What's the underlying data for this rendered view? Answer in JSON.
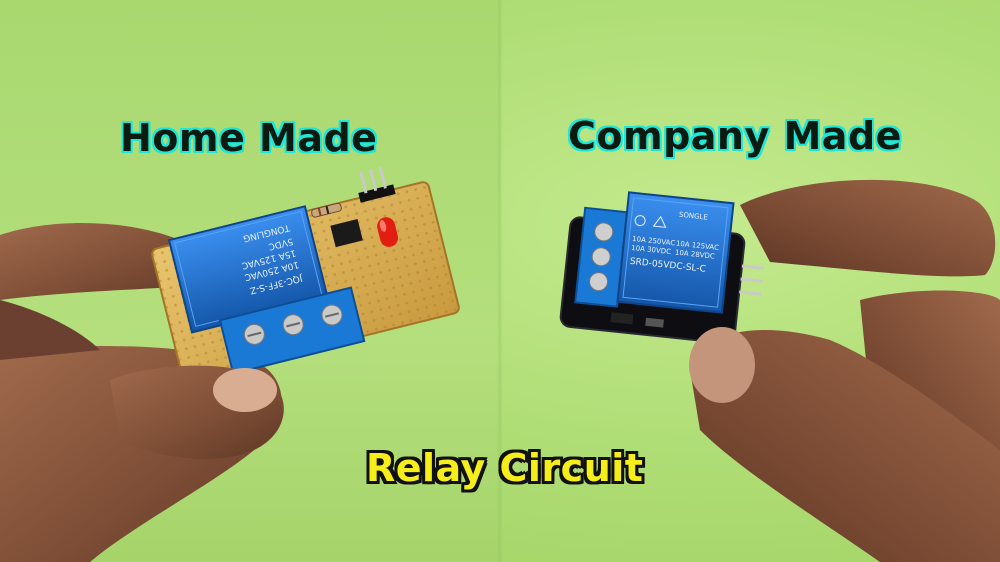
{
  "captions": {
    "left": "Home Made",
    "right": "Company Made",
    "bottom": "Relay Circuit"
  },
  "home_relay": {
    "label_lines": [
      "JQC-3FF-S-Z",
      "10A 250VAC",
      "15A 125VAC",
      "5VDC",
      "TONGLING"
    ]
  },
  "company_relay": {
    "brand": "SONGLE",
    "ratings_left": [
      "10A 250VAC",
      "10A 30VDC"
    ],
    "ratings_right": [
      "10A 125VAC",
      "10A 28VDC"
    ],
    "model": "SRD-05VDC-SL-C"
  },
  "colors": {
    "background": "#b4df7d",
    "relay_blue": "#1c6fd0",
    "caption_yellow": "#f5ee1a",
    "caption_outline": "#1fe7d6"
  }
}
